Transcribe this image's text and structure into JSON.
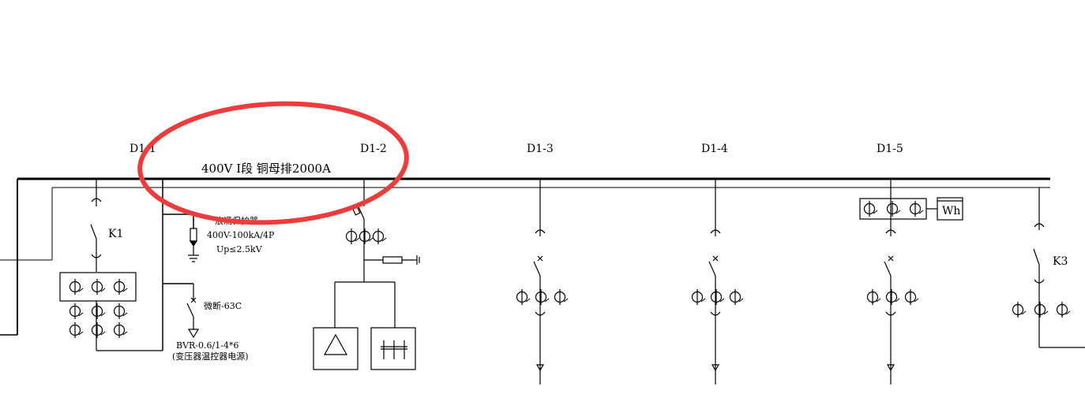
{
  "bus": {
    "title": "400V Ⅰ段 铜母排2000A"
  },
  "panels": [
    {
      "id": "D1-1"
    },
    {
      "id": "D1-2"
    },
    {
      "id": "D1-3"
    },
    {
      "id": "D1-4"
    },
    {
      "id": "D1-5"
    }
  ],
  "breakers": {
    "k1": "K1",
    "k3": "K3"
  },
  "spd": {
    "name": "浪涌保护器",
    "rating": "400V-100kA/4P",
    "up": "Up≤2.5kV"
  },
  "mcb": {
    "label": "微断-63C"
  },
  "cable": {
    "spec": "BVR-0.6/1-4*6",
    "note": "(变压器温控器电源)"
  },
  "meter": {
    "label": "Wh"
  },
  "annotation": {
    "color": "#ee3b3b"
  }
}
